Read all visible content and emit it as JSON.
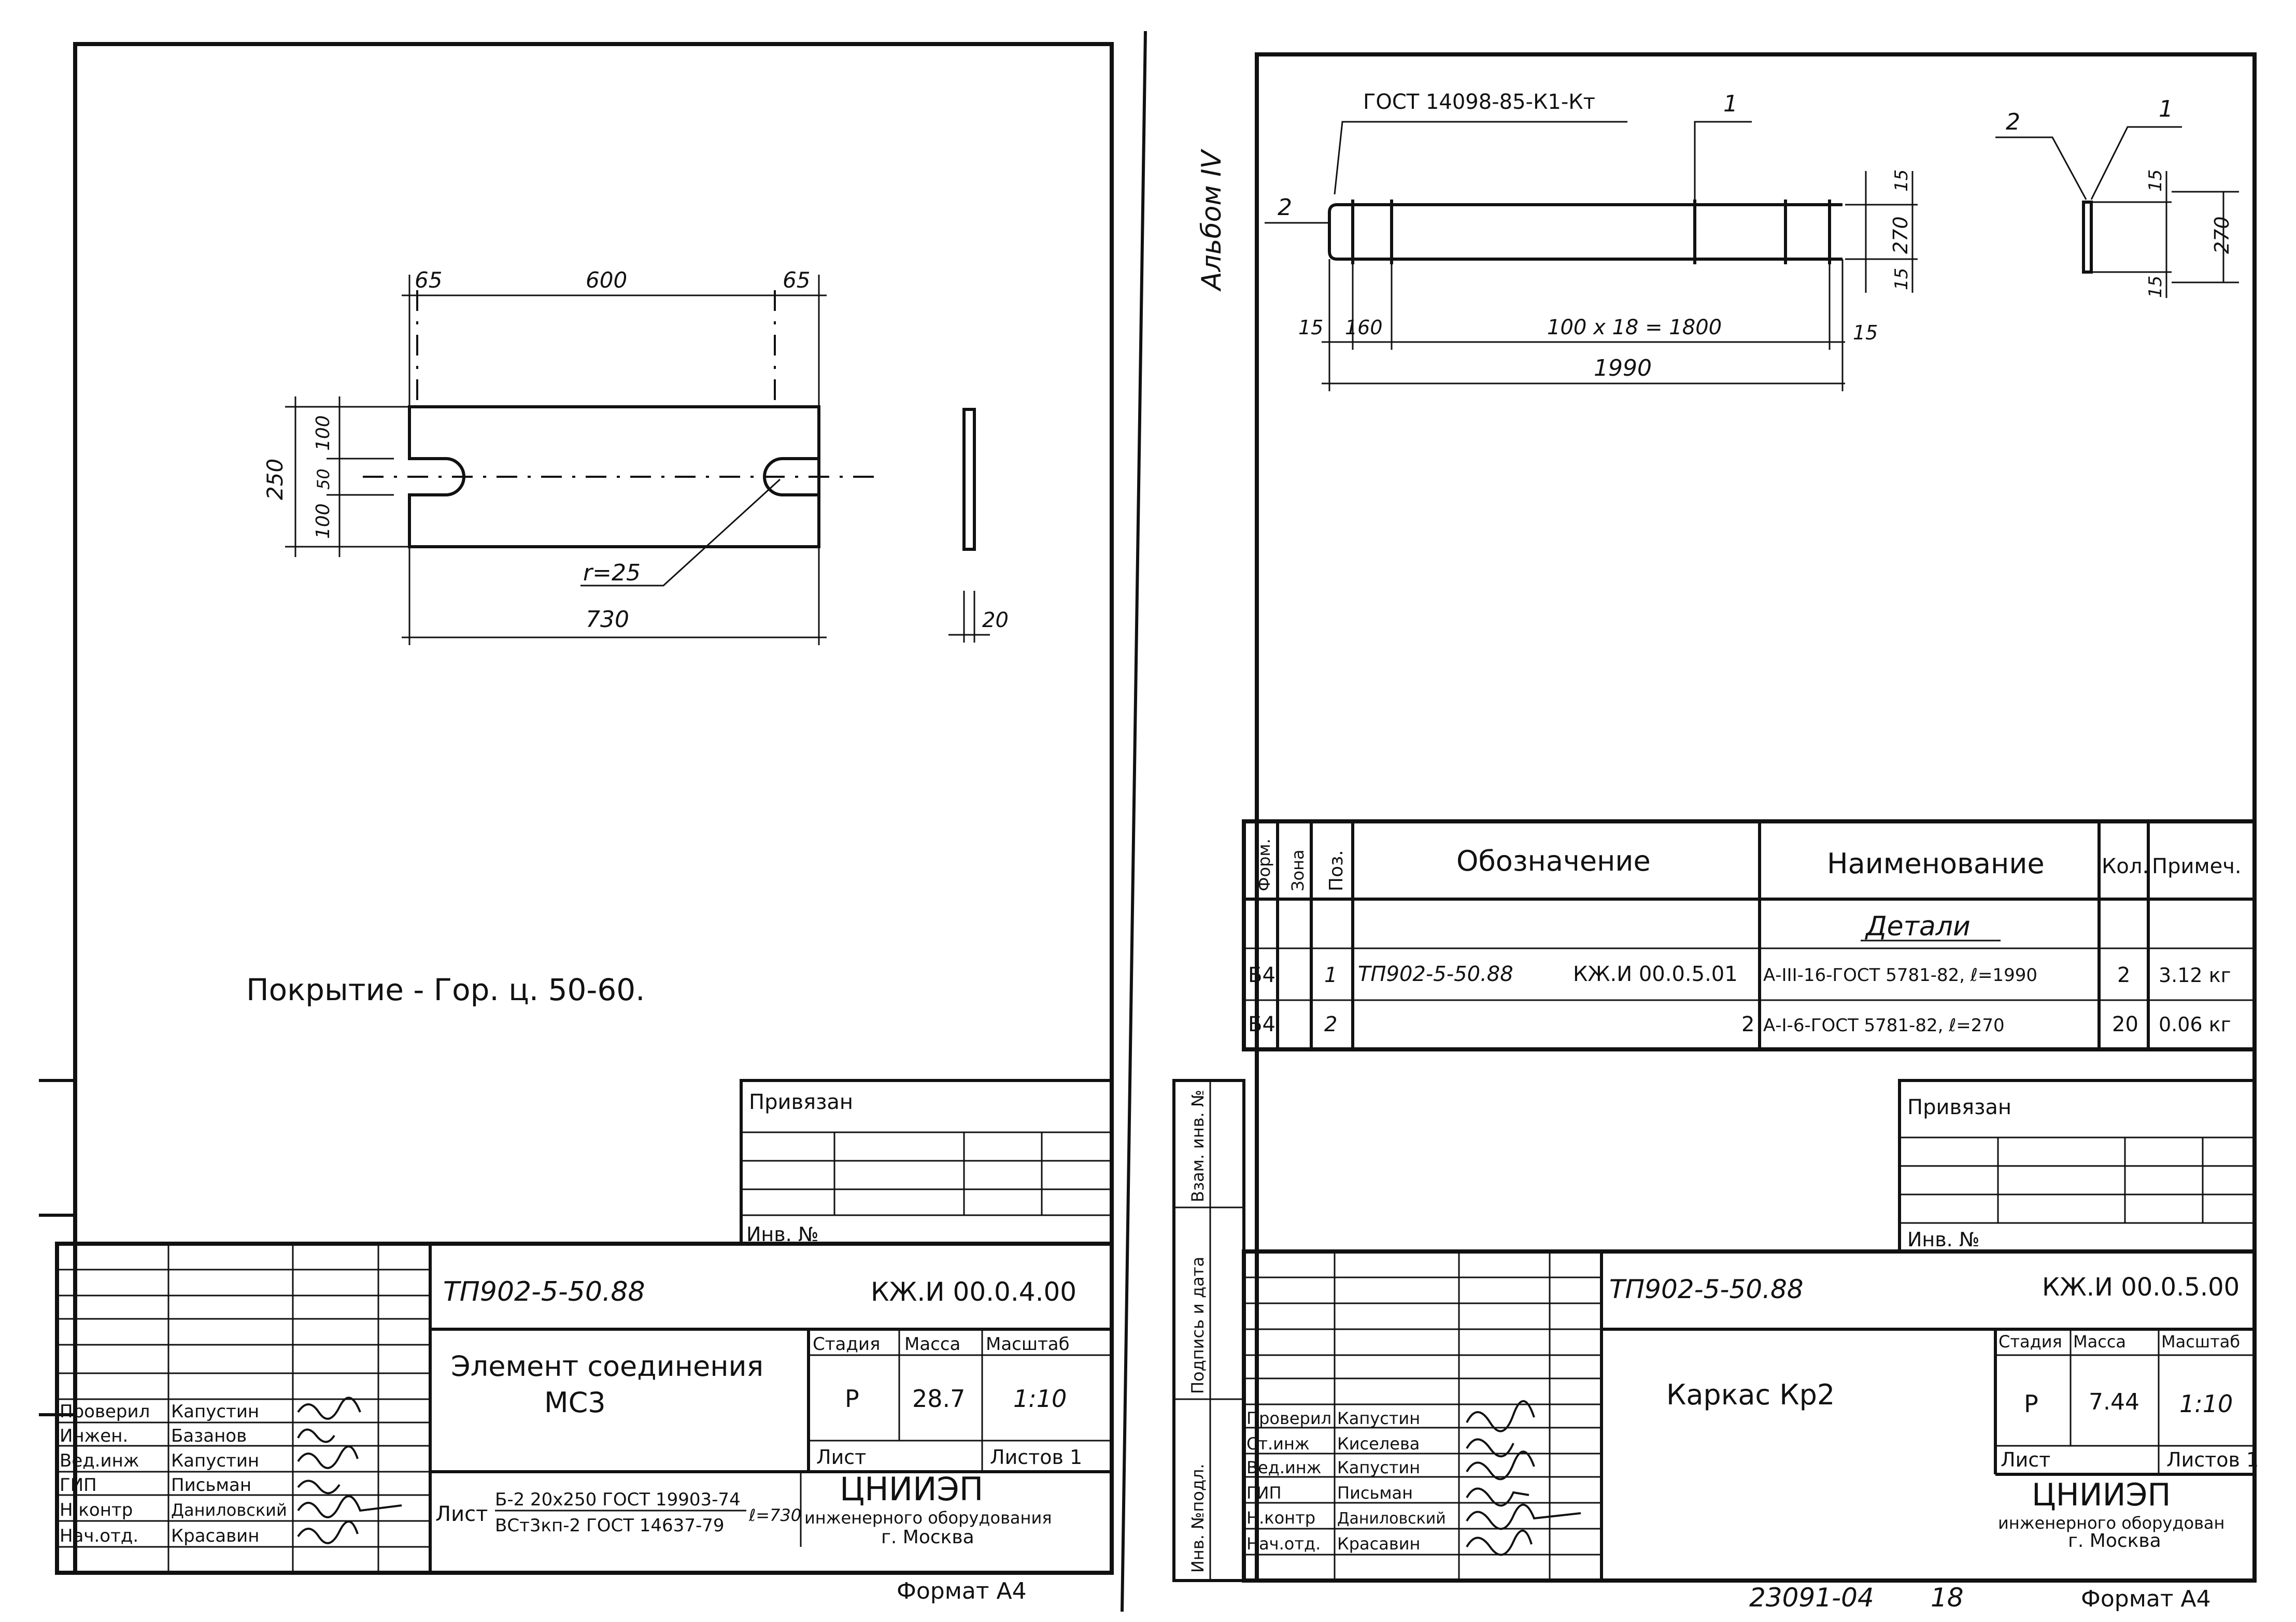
{
  "left_sheet": {
    "dims": {
      "top_left": "65",
      "top_mid": "600",
      "top_right": "65",
      "overall_height": "250",
      "part_top": "100",
      "slot_width": "50",
      "part_bottom": "100",
      "radius": "r=25",
      "overall_width": "730",
      "thickness": "20"
    },
    "coating_note": "Покрытие - Гор. ц. 50-60.",
    "privyazan": "Привязан",
    "inv_no": "Инв. №",
    "doc_code": "ТП902-5-50.88",
    "doc_mark": "КЖ.И 00.0.4.00",
    "title_line1": "Элемент соединения",
    "title_line2": "МС3",
    "col_headers": [
      "Стадия",
      "Масса",
      "Масштаб"
    ],
    "col_values": [
      "Р",
      "28.7",
      "1:10"
    ],
    "sheet_label": "Лист",
    "sheets_label": "Листов 1",
    "roles": [
      {
        "role": "Проверил",
        "name": "Капустин"
      },
      {
        "role": "Инжен.",
        "name": "Базанов"
      },
      {
        "role": "Вед.инж",
        "name": "Капустин"
      },
      {
        "role": "ГИП",
        "name": "Письман"
      },
      {
        "role": "Н.контр",
        "name": "Даниловский"
      },
      {
        "role": "Нач.отд.",
        "name": "Красавин"
      }
    ],
    "material_prefix": "Лист",
    "material_line1": "Б-2 20х250 ГОСТ 19903-74",
    "material_line2": "ВСт3кп-2 ГОСТ 14637-79",
    "material_length": "ℓ=730",
    "org_name": "ЦНИИЭП",
    "org_sub": "инженерного оборудования",
    "org_city": "г. Москва",
    "format": "Формат А4"
  },
  "right_sheet": {
    "album": "Альбом IV",
    "gost_label": "ГОСТ 14098-85-К1-Кт",
    "pos1": "1",
    "pos2": "2",
    "pos1b": "1",
    "pos2b": "2",
    "dims": {
      "d15_top": "15",
      "d270": "270",
      "d15_bottom": "15",
      "d15_left": "15",
      "d160": "160",
      "d_pitch": "100 x 18 = 1800",
      "d15_right": "15",
      "d1990": "1990",
      "side_15_top": "15",
      "side_270": "270",
      "side_15_bottom": "15"
    },
    "spec_headers": [
      "Форм.",
      "Зона",
      "Поз.",
      "Обозначение",
      "Наименование",
      "Кол.",
      "Примеч."
    ],
    "spec_section": "Детали",
    "spec_rows": [
      {
        "form": "Б4",
        "pos": "1",
        "code_a": "ТП902-5-50.88",
        "code_b": "КЖ.И 00.0.5.01",
        "name": "А-III-16-ГОСТ 5781-82, ℓ=1990",
        "qty": "2",
        "note": "3.12 кг"
      },
      {
        "form": "Б4",
        "pos": "2",
        "code_a": "",
        "code_b": "2",
        "name": "А-I-6-ГОСТ 5781-82, ℓ=270",
        "qty": "20",
        "note": "0.06 кг"
      }
    ],
    "margin_labels": [
      "Инв. №подл.",
      "Подпись и дата",
      "Взам. инв. №"
    ],
    "privyazan": "Привязан",
    "inv_no": "Инв. №",
    "doc_code": "ТП902-5-50.88",
    "doc_mark": "КЖ.И 00.0.5.00",
    "title": "Каркас Кр2",
    "col_headers": [
      "Стадия",
      "Масса",
      "Масштаб"
    ],
    "col_values": [
      "Р",
      "7.44",
      "1:10"
    ],
    "sheet_label": "Лист",
    "sheets_label": "Листов 1",
    "roles": [
      {
        "role": "Проверил",
        "name": "Капустин"
      },
      {
        "role": "Ст.инж",
        "name": "Киселева"
      },
      {
        "role": "Вед.инж",
        "name": "Капустин"
      },
      {
        "role": "ГИП",
        "name": "Письман"
      },
      {
        "role": "Н.контр",
        "name": "Даниловский"
      },
      {
        "role": "Нач.отд.",
        "name": "Красавин"
      }
    ],
    "org_name": "ЦНИИЭП",
    "org_sub": "инженерного оборудован",
    "org_city": "г. Москва",
    "bottom_code": "23091-04",
    "bottom_page": "18",
    "format": "Формат А4"
  }
}
